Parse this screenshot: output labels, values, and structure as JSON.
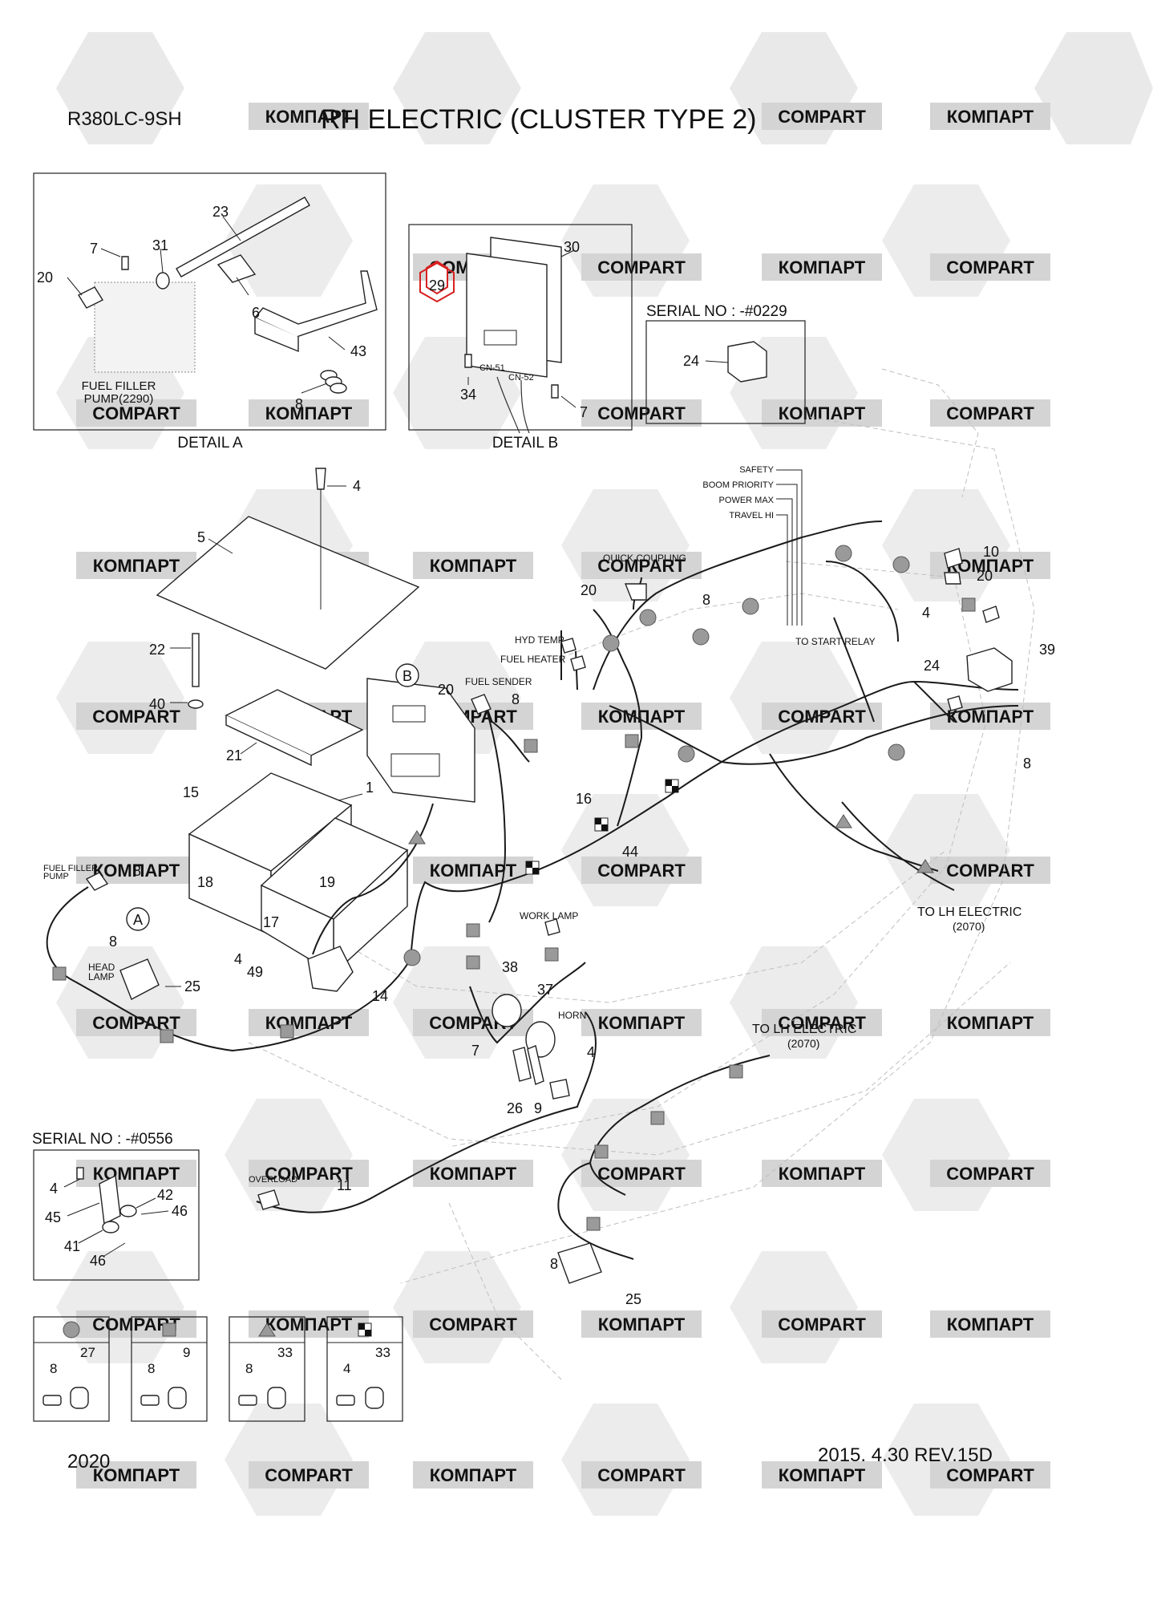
{
  "header": {
    "model": "R380LC-9SH",
    "title": "RH ELECTRIC (CLUSTER TYPE 2)"
  },
  "footer": {
    "page_number": "2020",
    "revision": "2015. 4.30  REV.15D"
  },
  "watermark": {
    "text_latin": "COMPART",
    "text_cyrillic": "КОМПАРТ"
  },
  "detail_a": {
    "caption": "DETAIL  A",
    "note": [
      "FUEL FILLER",
      "PUMP(2290)"
    ],
    "callouts": [
      "23",
      "7",
      "31",
      "20",
      "6",
      "43",
      "8"
    ]
  },
  "detail_b": {
    "caption": "DETAIL  B",
    "highlighted_part": "29",
    "connectors": [
      "CN-51",
      "CN-52"
    ],
    "callouts": [
      "30",
      "34",
      "7"
    ]
  },
  "serial_box_1": {
    "label": "SERIAL NO : -#0229",
    "callouts": [
      "24"
    ]
  },
  "serial_box_2": {
    "label": "SERIAL NO : -#0556",
    "callouts": [
      "4",
      "42",
      "45",
      "46",
      "41",
      "46"
    ]
  },
  "markers": {
    "a": "A",
    "b": "B"
  },
  "signal_labels": [
    "SAFETY",
    "BOOM PRIORITY",
    "POWER MAX",
    "TRAVEL HI"
  ],
  "component_labels": {
    "quick_coupling": "QUICK COUPLING",
    "hyd_temp": "HYD TEMP",
    "fuel_heater": "FUEL HEATER",
    "fuel_sender": "FUEL SENDER",
    "to_start_relay": "TO START RELAY",
    "to_lh_electric_1": "TO LH ELECTRIC",
    "to_lh_electric_1_ref": "(2070)",
    "to_lh_electric_2": "TO LH ELECTRIC",
    "to_lh_electric_2_ref": "(2070)",
    "work_lamp": "WORK LAMP",
    "horn": "HORN",
    "overload": "OVERLOAD",
    "fuel_filler_pump": [
      "FUEL FILLER",
      "PUMP"
    ],
    "head_lamp": [
      "HEAD",
      "LAMP"
    ]
  },
  "callouts": {
    "c4_top": "4",
    "c5": "5",
    "c22": "22",
    "c40": "40",
    "c21": "21",
    "c15": "15",
    "c1": "1",
    "c18": "18",
    "c8_left": "8",
    "c19": "19",
    "c17": "17",
    "c8_a": "8",
    "c4_left": "4",
    "c49": "49",
    "c25_left": "25",
    "c14": "14",
    "c20_fuel": "20",
    "c8_fuel": "8",
    "c16": "16",
    "c44": "44",
    "c20_qc": "20",
    "c8_qc": "8",
    "c10": "10",
    "c20_right": "20",
    "c4_right": "4",
    "c24": "24",
    "c39": "39",
    "c8_right": "8",
    "c38": "38",
    "c37": "37",
    "c7_horn": "7",
    "c4_horn": "4",
    "c26": "26",
    "c9": "9",
    "c11": "11",
    "c8_bottom": "8",
    "c25_bottom": "25"
  },
  "legend": [
    {
      "symbol": "circle",
      "bolt": "8",
      "clip": "27"
    },
    {
      "symbol": "square",
      "bolt": "8",
      "clip": "9"
    },
    {
      "symbol": "triangle",
      "bolt": "8",
      "clip": "33"
    },
    {
      "symbol": "checker",
      "bolt": "4",
      "clip": "33"
    }
  ]
}
